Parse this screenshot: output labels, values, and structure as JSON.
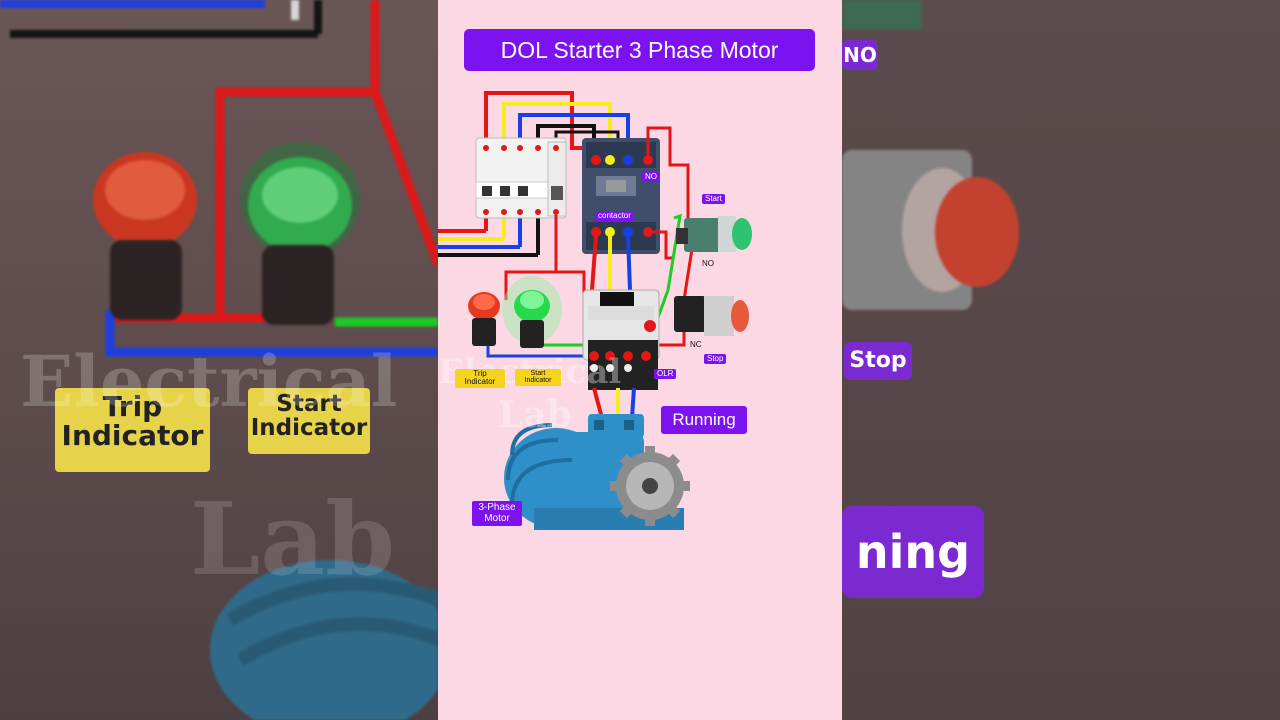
{
  "title": "DOL Starter 3 Phase Motor",
  "labels": {
    "no_contactor": "NO",
    "contactor": "contactor",
    "start": "Start",
    "no_start": "NO",
    "nc_stop": "NC",
    "stop": "Stop",
    "olr": "OLR",
    "trip_indicator": "Trip Indicator",
    "start_indicator": "Start Indicator",
    "running": "Running",
    "motor": "3-Phase Motor"
  },
  "watermark": {
    "line1": "Electrical",
    "line2": "Lab"
  },
  "background": {
    "trip_indicator": "Trip Indicator",
    "start_indicator": "Start Indicator",
    "no": "NO",
    "stop": "Stop",
    "running_partial": "ning"
  },
  "colors": {
    "title_bg": "#7c12f0",
    "tag_purple": "#7c12f0",
    "tag_yellow": "#f6d41e",
    "panel_bg": "#fbd8e4",
    "wire_red": "#e41616",
    "wire_yellow": "#f5ee1a",
    "wire_blue": "#1a3fe6",
    "wire_black": "#111111",
    "wire_green": "#18d020",
    "lamp_red": "#e53a1e",
    "lamp_green": "#26d94a",
    "motor_blue": "#2f8fc8"
  }
}
